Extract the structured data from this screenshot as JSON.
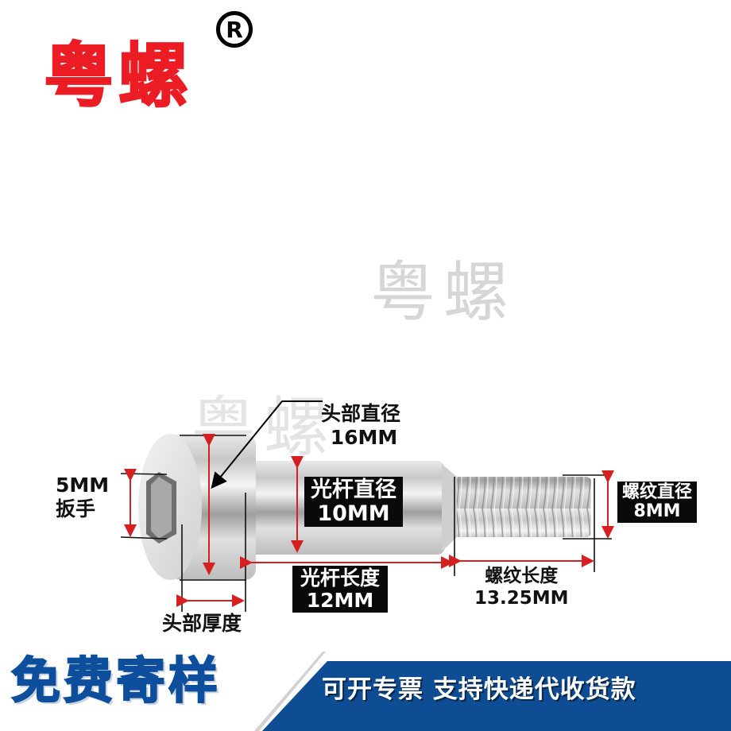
{
  "brand": {
    "name": "粤螺",
    "registered_mark": "R",
    "color": "#ec1c24"
  },
  "watermarks": [
    "粤螺",
    "粤螺"
  ],
  "dimensions": {
    "wrench": {
      "value": "5MM",
      "label": "扳手"
    },
    "head_diameter": {
      "label": "头部直径",
      "value": "16MM"
    },
    "shank_diameter": {
      "label": "光杆直径",
      "value": "10MM"
    },
    "thread_diameter": {
      "label": "螺纹直径",
      "value": "8MM"
    },
    "shank_length": {
      "label": "光杆长度",
      "value": "12MM"
    },
    "thread_length": {
      "label": "螺纹长度",
      "value": "13.25MM"
    },
    "head_thickness": {
      "label": "头部厚度"
    }
  },
  "banner": {
    "left_text": "免费寄样",
    "right_text": "可开专票 支持快递代收货款",
    "color": "#0e4c93"
  },
  "colors": {
    "dimension_arrow": "#d42020",
    "label_box": "#0a0a0a"
  }
}
